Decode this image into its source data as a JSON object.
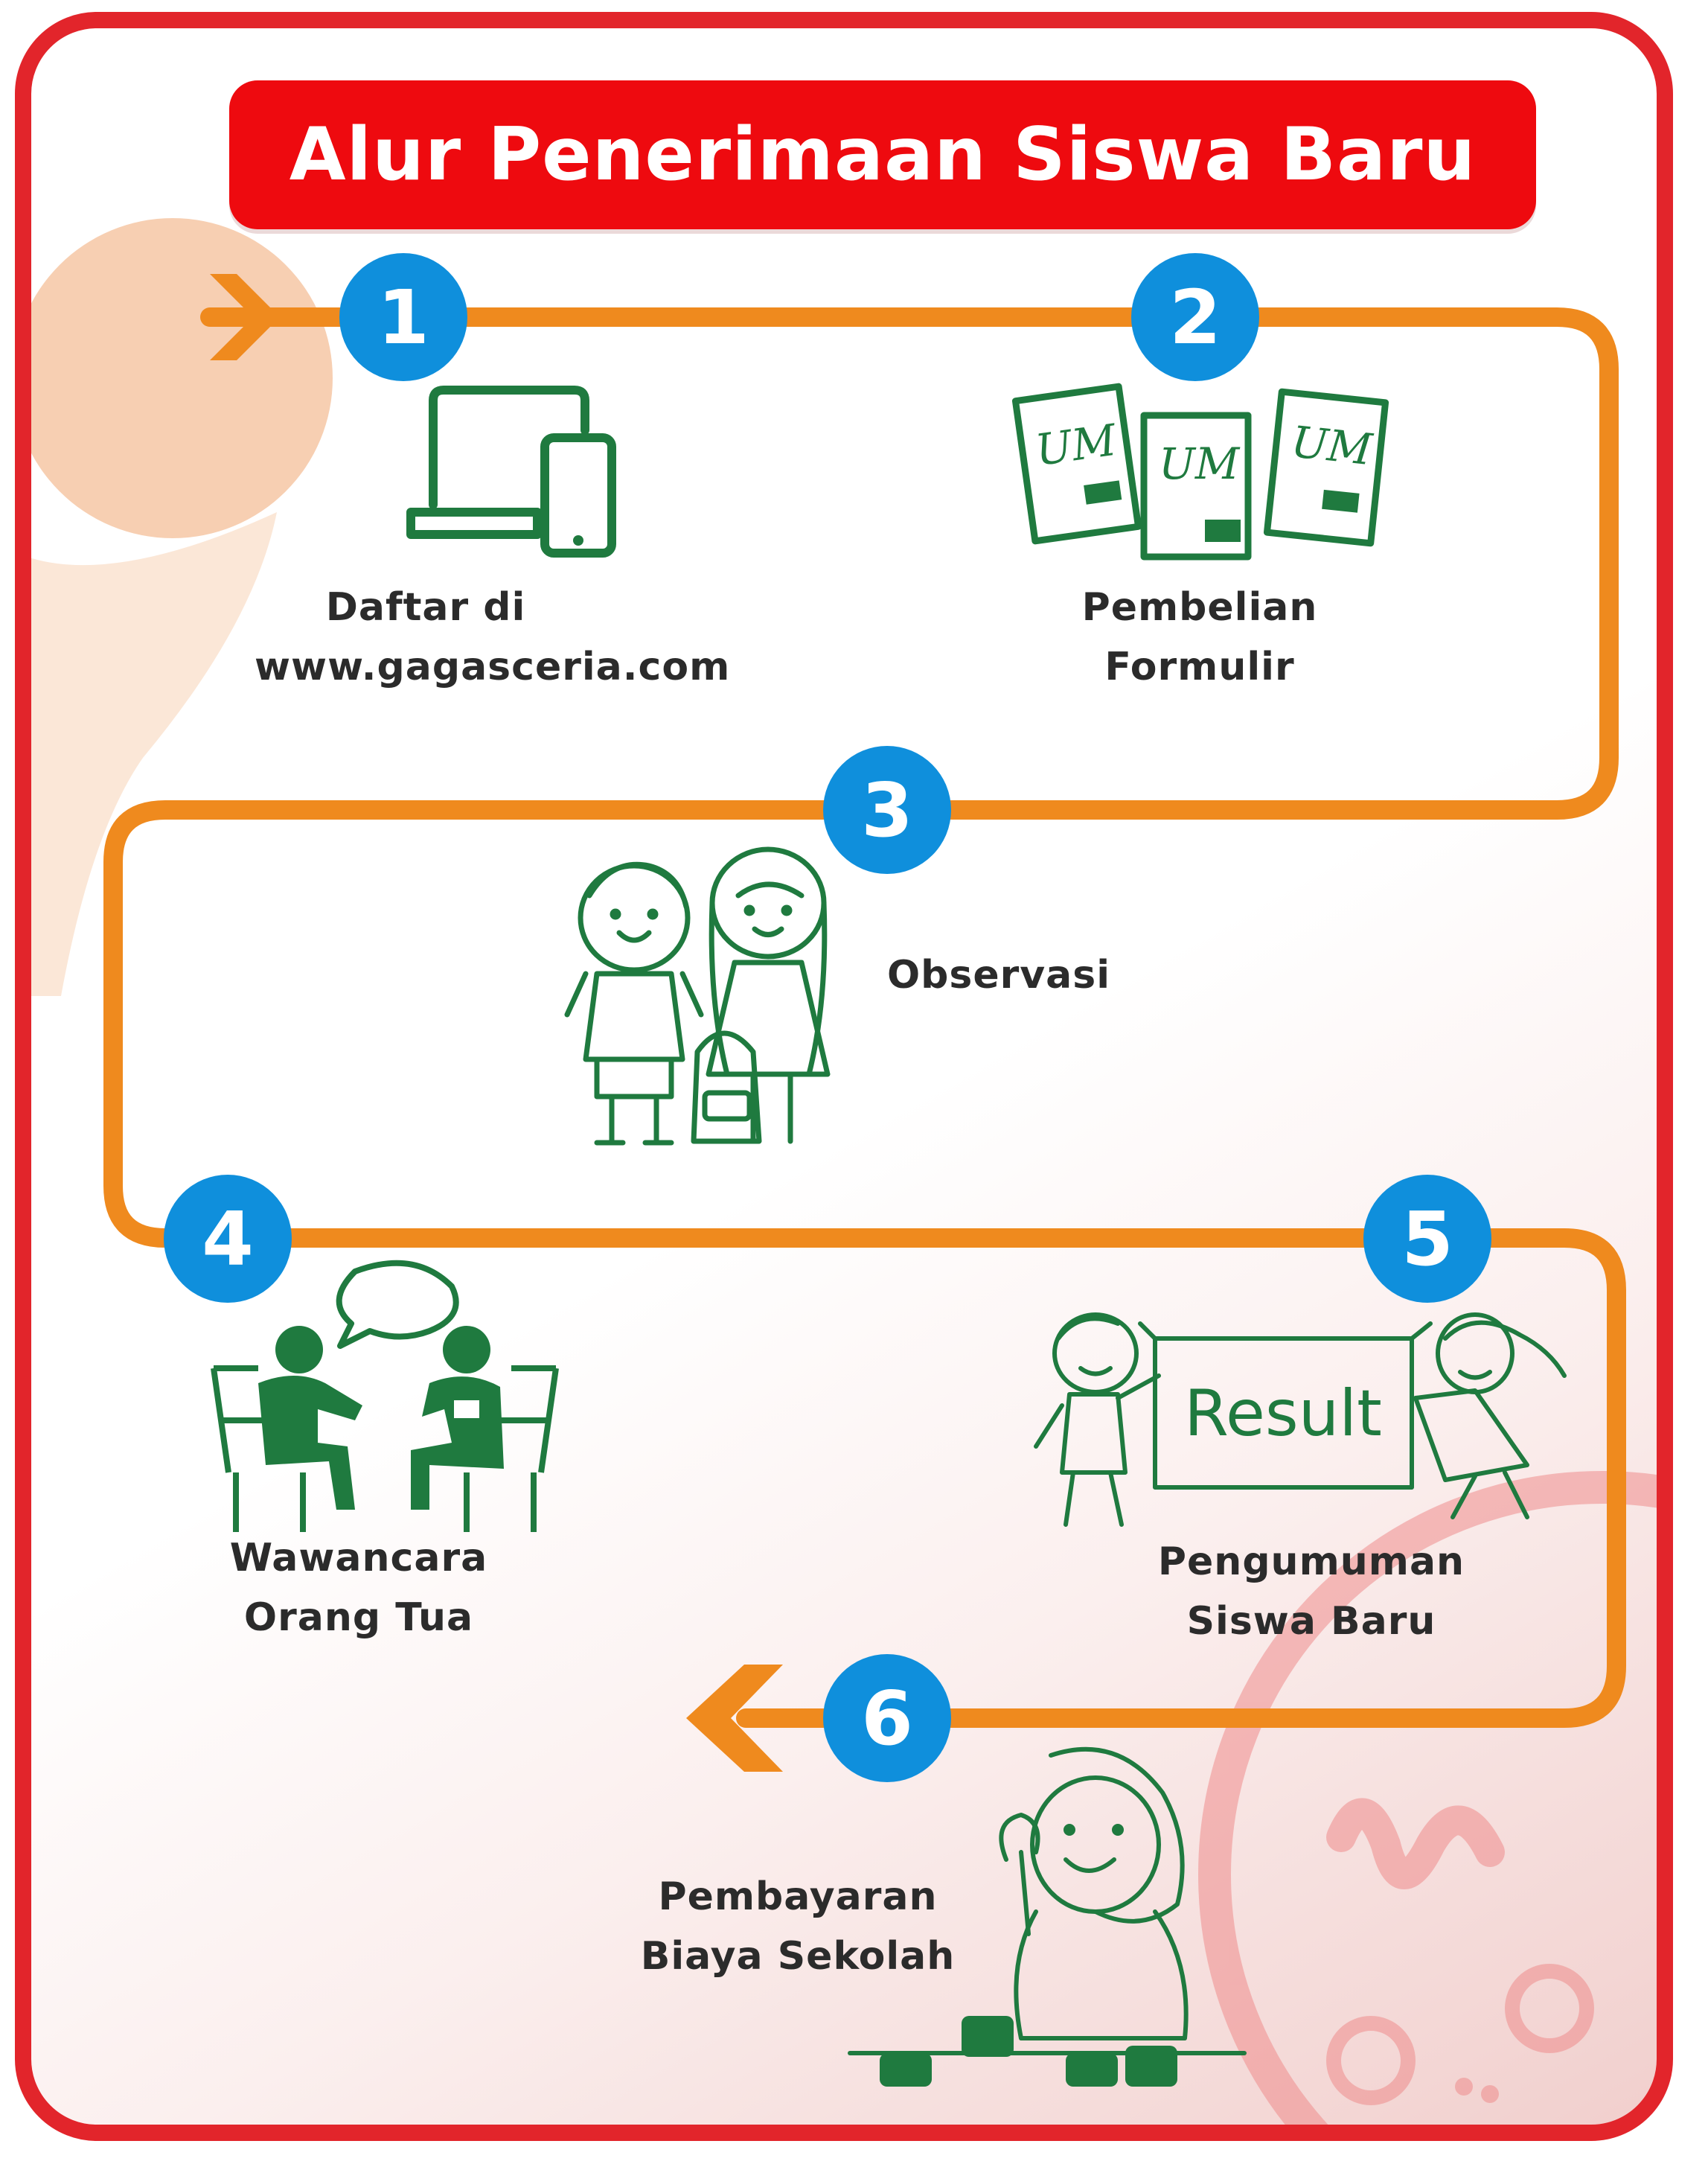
{
  "title": "Alur Penerimaan Siswa Baru",
  "colors": {
    "frame": "#e2252b",
    "title_bg": "#ee0a0f",
    "path": "#ef8a1e",
    "badge": "#0f8fdc",
    "icon": "#1f7a3f",
    "text": "#2b2b2b"
  },
  "steps": [
    {
      "number": "1",
      "line1": "Daftar di",
      "line2": "www.gagasceria.com",
      "icon": "laptop-phone-icon"
    },
    {
      "number": "2",
      "line1": "Pembelian",
      "line2": "Formulir",
      "icon": "forms-icon"
    },
    {
      "number": "3",
      "line1": "Observasi",
      "line2": "",
      "icon": "children-icon"
    },
    {
      "number": "4",
      "line1": "Wawancara",
      "line2": "Orang Tua",
      "icon": "interview-icon"
    },
    {
      "number": "5",
      "line1": "Pengumuman",
      "line2": "Siswa Baru",
      "icon": "result-sign-icon"
    },
    {
      "number": "6",
      "line1": "Pembayaran",
      "line2": "Biaya Sekolah",
      "icon": "coins-icon"
    }
  ],
  "result_sign_text": "Result",
  "form_mark": "UM"
}
